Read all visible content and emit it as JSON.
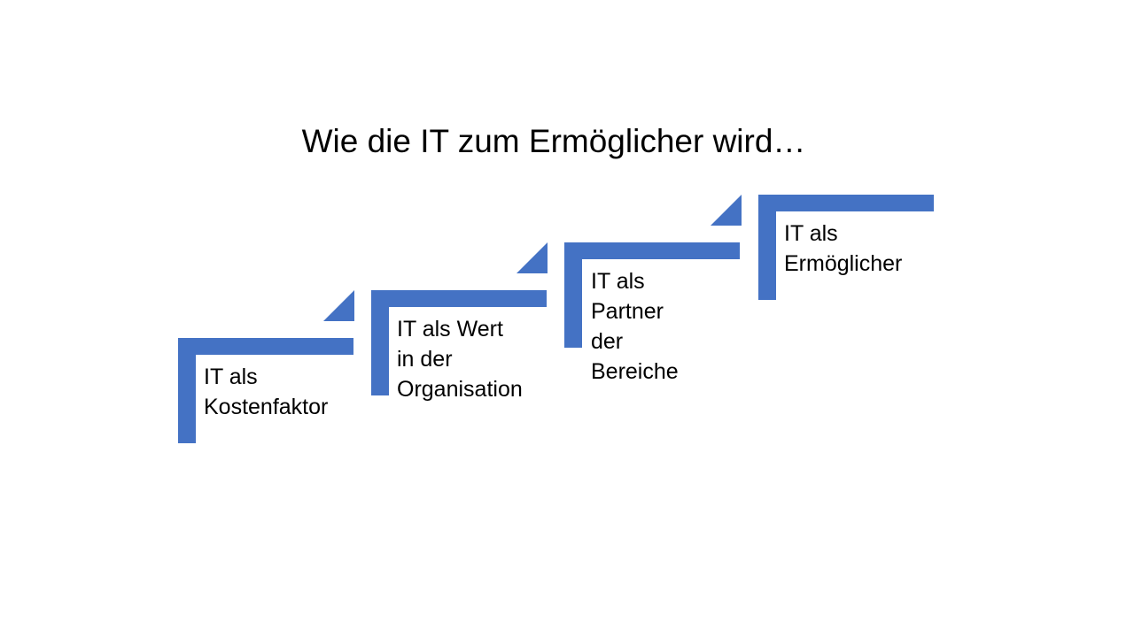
{
  "title": "Wie die IT zum Ermöglicher wird…",
  "accent_color": "#4472C4",
  "steps": [
    {
      "label": "IT als\nKostenfaktor"
    },
    {
      "label": "IT als Wert\nin der\nOrganisation"
    },
    {
      "label": "IT als\nPartner der\nBereiche"
    },
    {
      "label": "IT als\nErmöglicher"
    }
  ]
}
